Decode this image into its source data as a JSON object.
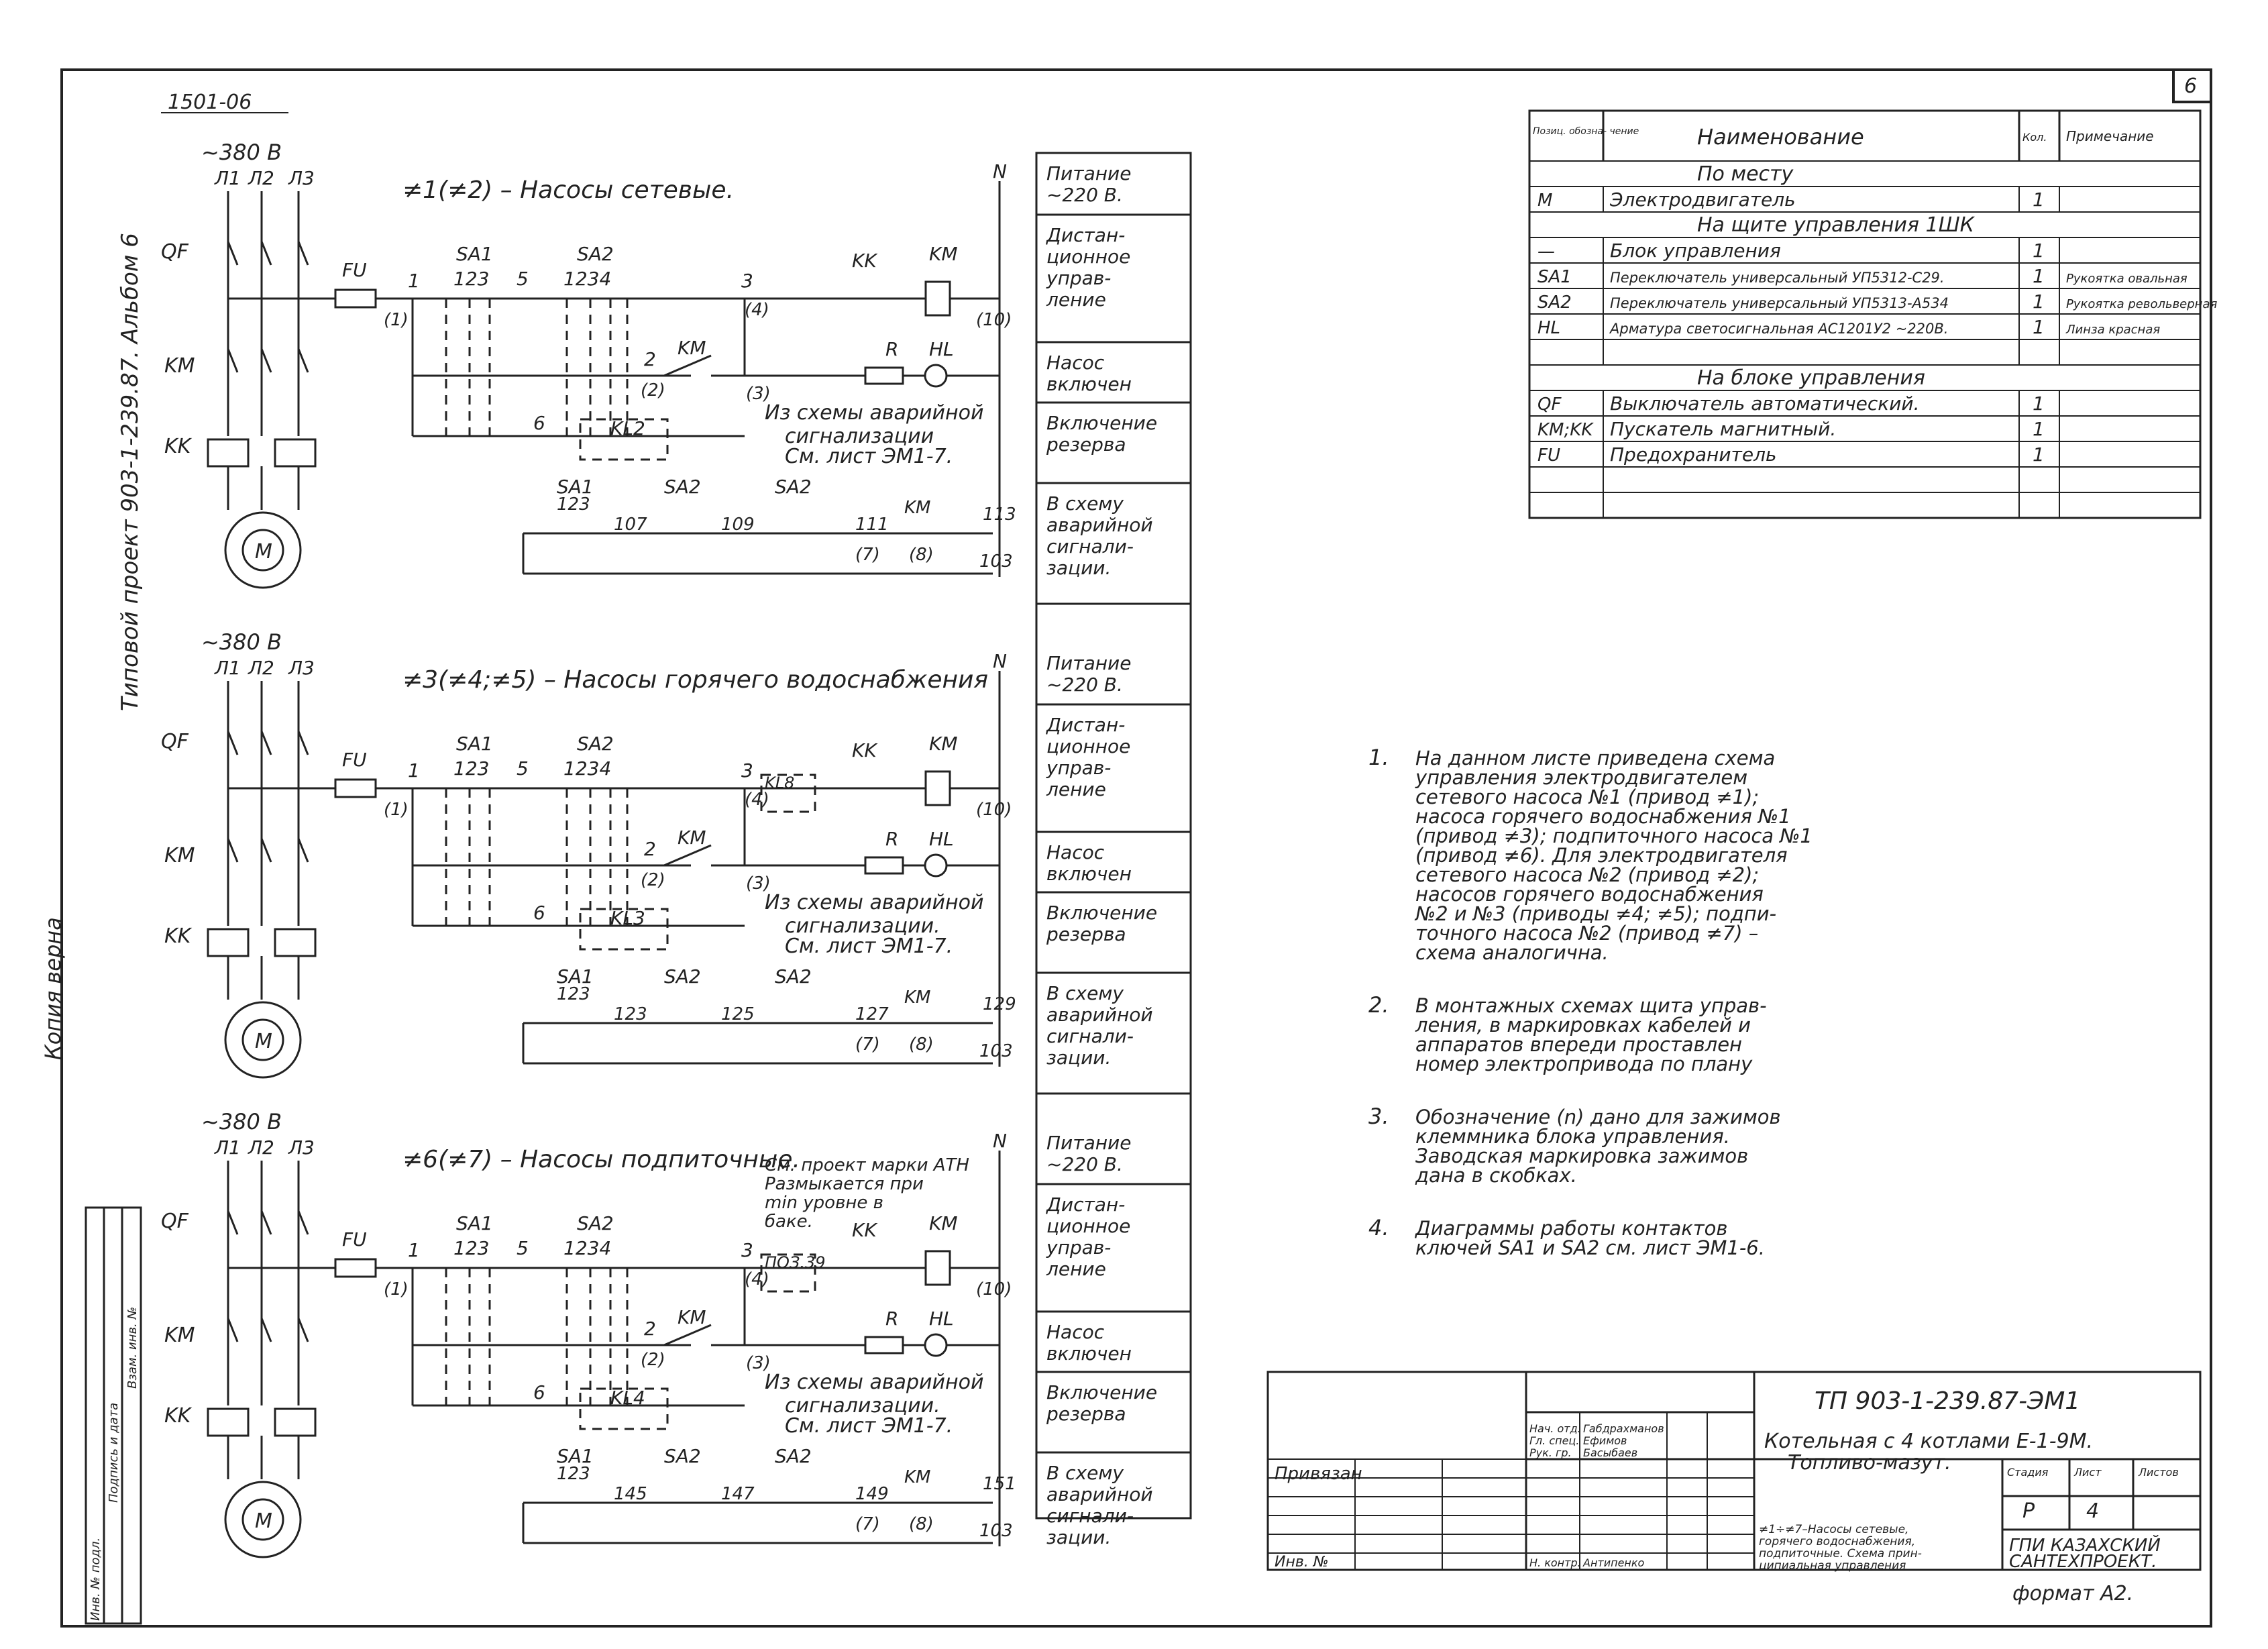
{
  "header": {
    "sheet_code": "1501-06",
    "sheet_number": "6",
    "side_title": "Типовой проект 903-1-239.87. Альбом 6",
    "copy_note": "Копия верна"
  },
  "circuits": [
    {
      "supply": "~380 В",
      "phases": [
        "Л1",
        "Л2",
        "Л3"
      ],
      "title": "≠1(≠2) – Насосы сетевые.",
      "tags": {
        "qf": "QF",
        "km": "KM",
        "kk": "KK",
        "fu": "FU",
        "sa1": "SA1",
        "sa2": "SA2",
        "kk2": "KK",
        "km2": "KM",
        "r": "R",
        "hl": "HL",
        "kl": "KL2",
        "n": "N",
        "motor": "M"
      },
      "numbers": {
        "n1": "1",
        "n1b": "(1)",
        "sa1": "123",
        "n5": "5",
        "sa2": "1234",
        "n3": "3",
        "n4": "(4)",
        "n10": "(10)",
        "n2": "2",
        "n2b": "(2)",
        "n3b": "(3)",
        "n6": "6",
        "c1": "107",
        "c2": "109",
        "c3": "111",
        "c7": "(7)",
        "c8": "(8)",
        "c113": "113",
        "c103": "103"
      },
      "note": [
        "Из схемы аварийной",
        "сигнализации",
        "См. лист ЭМ1-7."
      ]
    },
    {
      "supply": "~380 В",
      "phases": [
        "Л1",
        "Л2",
        "Л3"
      ],
      "title": "≠3(≠4;≠5) – Насосы горячего водоснабжения",
      "tags": {
        "qf": "QF",
        "km": "KM",
        "kk": "KK",
        "fu": "FU",
        "sa1": "SA1",
        "sa2": "SA2",
        "kk2": "KK",
        "km2": "KM",
        "r": "R",
        "hl": "HL",
        "kl": "KL3",
        "kl8": "KL8",
        "n": "N",
        "motor": "M"
      },
      "numbers": {
        "n1": "1",
        "n1b": "(1)",
        "sa1": "123",
        "n5": "5",
        "sa2": "1234",
        "n3": "3",
        "n4": "(4)",
        "n10": "(10)",
        "n2": "2",
        "n2b": "(2)",
        "n3b": "(3)",
        "n6": "6",
        "c1": "123",
        "c2": "125",
        "c3": "127",
        "c7": "(7)",
        "c8": "(8)",
        "c113": "129",
        "c103": "103"
      },
      "note": [
        "Из схемы аварийной",
        "сигнализации.",
        "См. лист ЭМ1-7."
      ]
    },
    {
      "supply": "~380 В",
      "phases": [
        "Л1",
        "Л2",
        "Л3"
      ],
      "title": "≠6(≠7) – Насосы подпиточные.",
      "tags": {
        "qf": "QF",
        "km": "KM",
        "kk": "KK",
        "fu": "FU",
        "sa1": "SA1",
        "sa2": "SA2",
        "kk2": "KK",
        "km2": "KM",
        "r": "R",
        "hl": "HL",
        "kl": "KL4",
        "kl8": "ПОЗ.39",
        "n": "N",
        "motor": "M"
      },
      "numbers": {
        "n1": "1",
        "n1b": "(1)",
        "sa1": "123",
        "n5": "5",
        "sa2": "1234",
        "n3": "3",
        "n4": "(4)",
        "n10": "(10)",
        "n2": "2",
        "n2b": "(2)",
        "n3b": "(3)",
        "n6": "6",
        "c1": "145",
        "c2": "147",
        "c3": "149",
        "c7": "(7)",
        "c8": "(8)",
        "c113": "151",
        "c103": "103"
      },
      "note": [
        "Из схемы аварийной",
        "сигнализации.",
        "См. лист ЭМ1-7."
      ],
      "top_note": [
        "См. проект марки АТН",
        "Размыкается при",
        "min уровне в",
        "баке."
      ]
    }
  ],
  "legend_column": [
    [
      "Питание",
      "~220 В."
    ],
    [
      "Дистан-",
      "ционное",
      "управ-",
      "ление"
    ],
    [
      "Насос",
      "включен"
    ],
    [
      "Включение",
      "резерва"
    ],
    [
      "В схему",
      "аварийной",
      "сигнали-",
      "зации."
    ]
  ],
  "spec_table": {
    "headers": [
      "Позиц. обозна- чение",
      "Наименование",
      "Кол.",
      "Примечание"
    ],
    "rows": [
      {
        "section": "По месту"
      },
      {
        "pos": "M",
        "name": "Электродвигатель",
        "qty": "1",
        "note": ""
      },
      {
        "section": "На щите управления 1ШК"
      },
      {
        "pos": "—",
        "name": "Блок управления",
        "qty": "1",
        "note": ""
      },
      {
        "pos": "SA1",
        "name": "Переключатель универсальный УП5312-С29.",
        "qty": "1",
        "note": "Рукоятка овальная"
      },
      {
        "pos": "SA2",
        "name": "Переключатель универсальный УП5313-А534",
        "qty": "1",
        "note": "Рукоятка револьверная"
      },
      {
        "pos": "HL",
        "name": "Арматура светосигнальная АС1201У2 ~220В.",
        "qty": "1",
        "note": "Линза красная"
      },
      {
        "pos": "",
        "name": "",
        "qty": "",
        "note": ""
      },
      {
        "section": "На блоке управления"
      },
      {
        "pos": "QF",
        "name": "Выключатель автоматический.",
        "qty": "1",
        "note": ""
      },
      {
        "pos": "KM;KK",
        "name": "Пускатель магнитный.",
        "qty": "1",
        "note": ""
      },
      {
        "pos": "FU",
        "name": "Предохранитель",
        "qty": "1",
        "note": ""
      },
      {
        "pos": "",
        "name": "",
        "qty": "",
        "note": ""
      },
      {
        "pos": "",
        "name": "",
        "qty": "",
        "note": ""
      }
    ]
  },
  "notes": [
    {
      "num": "1.",
      "lines": [
        "На данном листе приведена схема",
        "управления электродвигателем",
        "сетевого насоса №1 (привод ≠1);",
        "насоса горячего водоснабжения №1",
        "(привод ≠3); подпиточного насоса №1",
        "(привод ≠6). Для электродвигателя",
        "сетевого насоса №2 (привод ≠2);",
        "насосов горячего водоснабжения",
        "№2 и №3 (приводы ≠4; ≠5); подпи-",
        "точного насоса №2 (привод ≠7) –",
        "схема аналогична."
      ]
    },
    {
      "num": "2.",
      "lines": [
        "В монтажных схемах щита управ-",
        "ления, в маркировках кабелей и",
        "аппаратов впереди проставлен",
        "номер электропривода по плану"
      ]
    },
    {
      "num": "3.",
      "lines": [
        "Обозначение (n) дано для зажимов",
        "клеммника блока управления.",
        "Заводская маркировка зажимов",
        "дана в скобках."
      ]
    },
    {
      "num": "4.",
      "lines": [
        "Диаграммы работы контактов",
        "ключей SA1 и SA2 см. лист ЭМ1-6."
      ]
    }
  ],
  "title_block": {
    "code": "ТП 903-1-239.87-ЭМ1",
    "object": [
      "Котельная с 4 котлами Е-1-9М.",
      "Топливо-мазут."
    ],
    "sheet_desc": [
      "≠1÷≠7–Насосы сетевые,",
      "горячего водоснабжения,",
      "подпиточные. Схема прин-",
      "ципиальная управления"
    ],
    "stage_label": "Стадия",
    "sheet_label": "Лист",
    "sheets_label": "Листов",
    "stage": "Р",
    "sheet": "4",
    "sheets": "",
    "org": [
      "ГПИ КАЗАХСКИЙ",
      "САНТЕХПРОЕКТ."
    ],
    "format": "формат А2.",
    "signers": [
      {
        "role": "Нач. отд.",
        "name": "Габдрахманов"
      },
      {
        "role": "Гл. спец.",
        "name": "Ефимов"
      },
      {
        "role": "Рук. гр.",
        "name": "Басыбаев"
      },
      {
        "role": "Н. контр.",
        "name": "Антипенко"
      }
    ],
    "bound_label": "Привязан",
    "inv_label": "Инв. №",
    "side_cells": [
      "Инв. № подл.",
      "Подпись и дата",
      "Взам. инв. №"
    ]
  }
}
